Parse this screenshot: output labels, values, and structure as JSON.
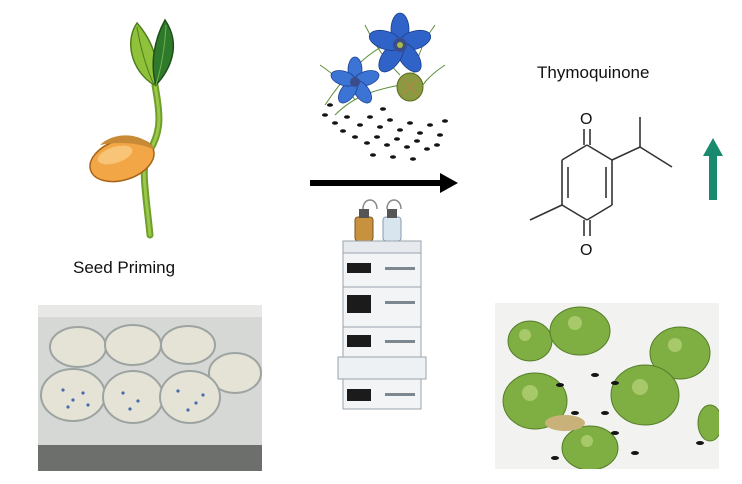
{
  "labels": {
    "seed_priming": "Seed Priming",
    "compound_name": "Thymoquinone",
    "oxygen_top": "O",
    "oxygen_bottom": "O"
  },
  "icons": {
    "seedling": "seedling-icon",
    "nigella_flowers": "nigella-flower-seed-icon",
    "hplc": "hplc-instrument-icon",
    "process_arrow": "right-arrow-icon",
    "increase_arrow": "up-arrow-icon"
  },
  "colors": {
    "increase_arrow": "#1a8a6e",
    "process_arrow": "#000000",
    "seed": "#f0a040",
    "leaf": "#7ab030",
    "flower": "#2f63c8",
    "callus": "#6aa63a"
  }
}
